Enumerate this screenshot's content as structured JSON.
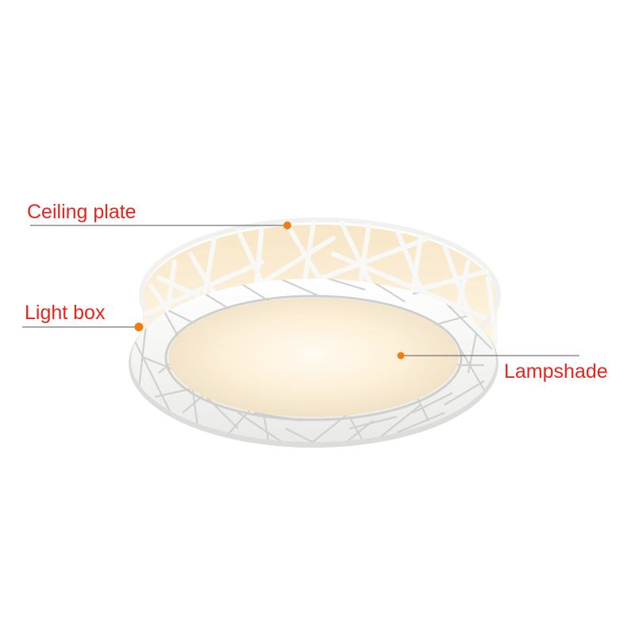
{
  "labels": {
    "ceiling_plate": "Ceiling plate",
    "light_box": "Light box",
    "lampshade": "Lampshade"
  },
  "colors": {
    "label_text": "#e8241c",
    "marker": "#f07d12",
    "leader_line": "#555555",
    "frame": "#f4f4f2",
    "diffuser": "#fbf1df"
  }
}
